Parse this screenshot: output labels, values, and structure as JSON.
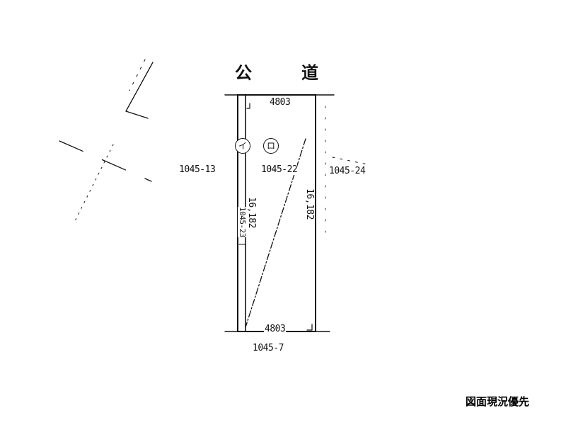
{
  "road": {
    "char1": "公",
    "char2": "道"
  },
  "plot": {
    "lot_number": "1045-22",
    "top_width": "4803",
    "bottom_width": "4803",
    "right_depth": "16,182",
    "inner_depth": "16,182",
    "strip_label": "1045-23",
    "mark_i": "イ",
    "mark_ro": "ロ"
  },
  "neighbors": {
    "left": "1045-13",
    "right": "1045-24",
    "bottom": "1045-7"
  },
  "note": "図面現況優先"
}
